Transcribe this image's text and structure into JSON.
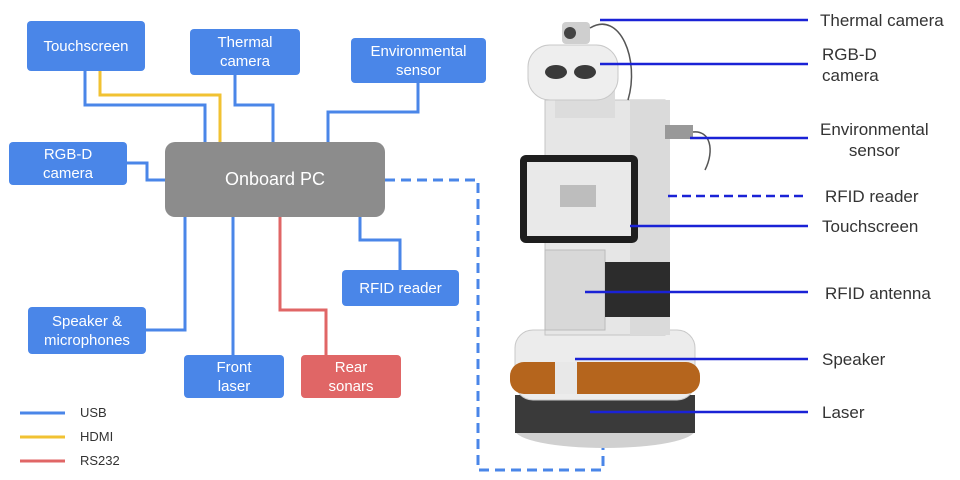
{
  "colors": {
    "usb": "#4a86e8",
    "hdmi": "#f1c232",
    "rs232": "#e06666",
    "pc": "#8c8c8c",
    "callout_line": "#1a22d6"
  },
  "boxes": {
    "touchscreen": "Touchscreen",
    "thermal_camera": "Thermal\ncamera",
    "environmental_sensor": "Environmental\nsensor",
    "rgbd_camera": "RGB-D\ncamera",
    "onboard_pc": "Onboard PC",
    "rfid_reader": "RFID reader",
    "speaker_microphones": "Speaker &\nmicrophones",
    "front_laser": "Front\nlaser",
    "rear_sonars": "Rear\nsonars"
  },
  "legend": [
    {
      "label": "USB",
      "color": "#4a86e8"
    },
    {
      "label": "HDMI",
      "color": "#f1c232"
    },
    {
      "label": "RS232",
      "color": "#e06666"
    }
  ],
  "callouts": {
    "thermal_camera": "Thermal camera",
    "rgbd_camera": "RGB-D\ncamera",
    "environmental_sensor": "Environmental\nsensor",
    "rfid_reader": "RFID reader",
    "touchscreen": "Touchscreen",
    "rfid_antenna": "RFID antenna",
    "speaker": "Speaker",
    "laser": "Laser"
  }
}
